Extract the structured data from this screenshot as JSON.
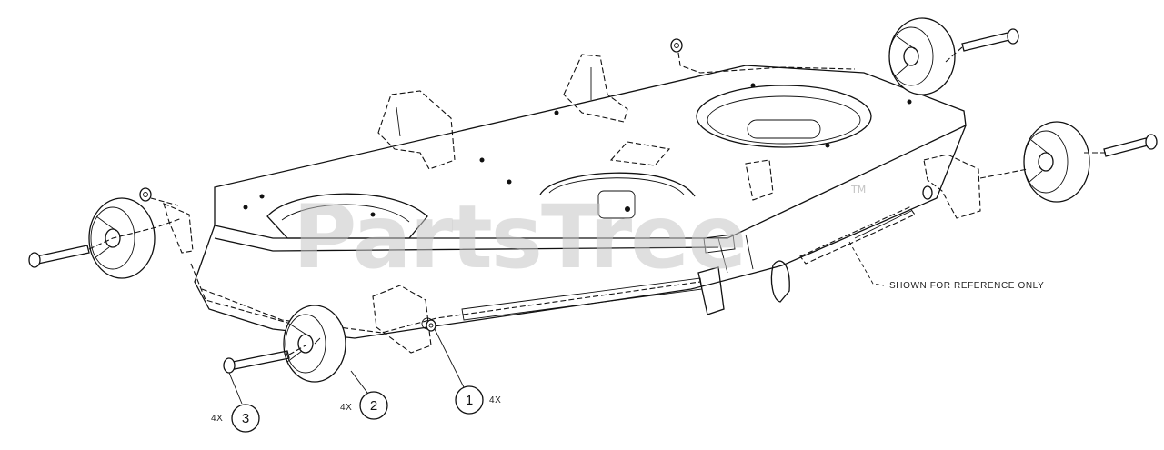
{
  "watermark": {
    "text": "PartsTree",
    "trademark": "TM"
  },
  "note": {
    "text": "SHOWN FOR REFERENCE ONLY"
  },
  "callouts": [
    {
      "number": "1",
      "qty": "4X"
    },
    {
      "number": "2",
      "qty": "4X"
    },
    {
      "number": "3",
      "qty": "4X"
    }
  ],
  "colors": {
    "line": "#111111",
    "watermark": "#c4c4c4",
    "background": "#ffffff"
  }
}
